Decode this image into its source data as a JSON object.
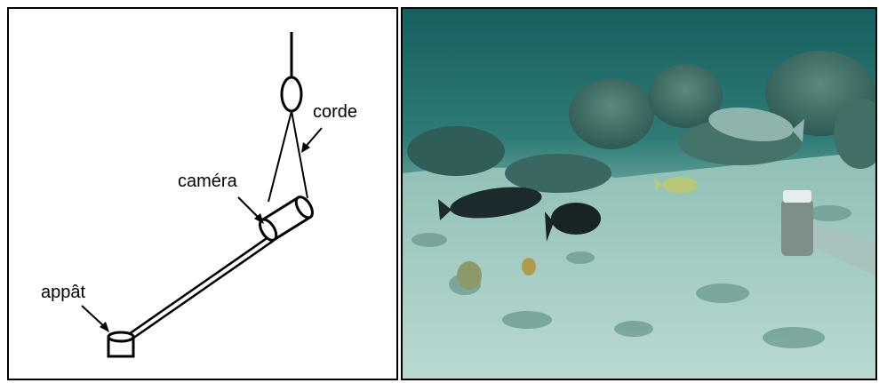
{
  "labels": {
    "rope": "corde",
    "camera": "caméra",
    "bait": "appât"
  },
  "colors": {
    "water_top": "#1c6a6a",
    "water_mid": "#3f8a84",
    "seafloor": "#a9cfc7",
    "seafloor_dark": "#6f9f96",
    "coral": "#3d6d66",
    "fish_dark": "#1b2a2c"
  }
}
